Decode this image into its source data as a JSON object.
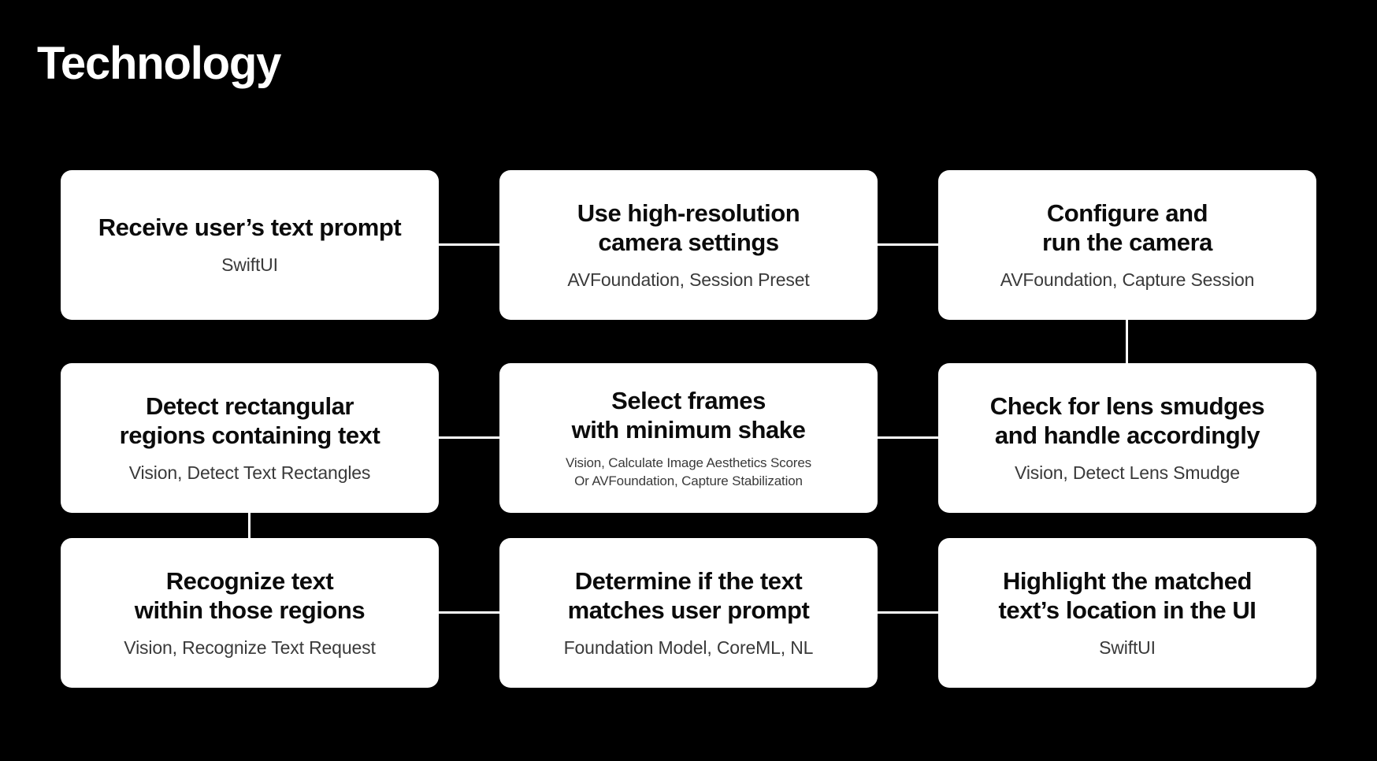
{
  "slide": {
    "title": "Technology",
    "background_color": "#000000",
    "card_color": "#ffffff",
    "text_color": "#0b0b0b",
    "subtitle_color": "#3a3a3a",
    "connector_color": "#ffffff"
  },
  "cards": [
    {
      "id": "receive-prompt",
      "title": "Receive user’s text prompt",
      "subtitle": "SwiftUI",
      "row": 1,
      "column": 1
    },
    {
      "id": "high-resolution-camera",
      "title": "Use high-resolution\ncamera settings",
      "subtitle": "AVFoundation, Session Preset",
      "row": 1,
      "column": 2
    },
    {
      "id": "configure-run-camera",
      "title": "Configure and\nrun the camera",
      "subtitle": "AVFoundation, Capture Session",
      "row": 1,
      "column": 3
    },
    {
      "id": "detect-rectangular-regions",
      "title": "Detect rectangular\nregions containing text",
      "subtitle": "Vision, Detect Text Rectangles",
      "row": 2,
      "column": 1
    },
    {
      "id": "select-frames",
      "title": "Select frames\nwith minimum shake",
      "subtitle": "Vision, Calculate Image Aesthetics Scores\nOr AVFoundation, Capture Stabilization",
      "row": 2,
      "column": 2
    },
    {
      "id": "check-lens-smudges",
      "title": "Check for lens smudges\nand handle accordingly",
      "subtitle": "Vision, Detect Lens Smudge",
      "row": 2,
      "column": 3
    },
    {
      "id": "recognize-text",
      "title": "Recognize text\nwithin those regions",
      "subtitle": "Vision, Recognize Text Request",
      "row": 3,
      "column": 1
    },
    {
      "id": "determine-match",
      "title": "Determine if the text\nmatches user prompt",
      "subtitle": "Foundation Model, CoreML, NL",
      "row": 3,
      "column": 2
    },
    {
      "id": "highlight-match",
      "title": "Highlight the matched\ntext’s location in the UI",
      "subtitle": "SwiftUI",
      "row": 3,
      "column": 3
    }
  ],
  "connectors": [
    {
      "id": "r1-c1-c2",
      "orientation": "horizontal"
    },
    {
      "id": "r1-c2-c3",
      "orientation": "horizontal"
    },
    {
      "id": "r2-c1-c2",
      "orientation": "horizontal"
    },
    {
      "id": "r2-c2-c3",
      "orientation": "horizontal"
    },
    {
      "id": "r3-c1-c2",
      "orientation": "horizontal"
    },
    {
      "id": "r3-c2-c3",
      "orientation": "horizontal"
    },
    {
      "id": "c3-r1-r2",
      "orientation": "vertical"
    },
    {
      "id": "c1-r2-r3",
      "orientation": "vertical"
    }
  ]
}
